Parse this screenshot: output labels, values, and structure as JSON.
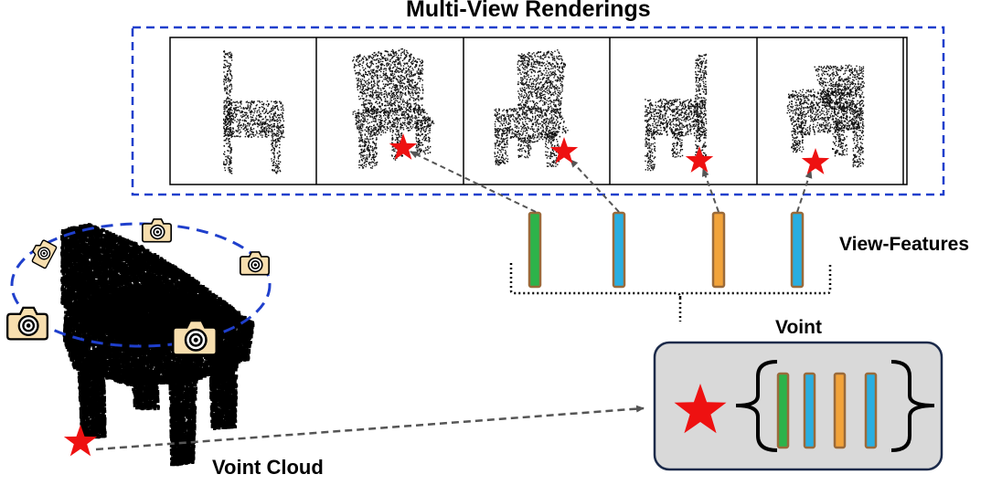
{
  "labels": {
    "title": "Multi-View Renderings",
    "view_features": "View-Features",
    "voint": "Voint",
    "voint_cloud": "Voint Cloud"
  },
  "renderings": [
    {
      "view": "side"
    },
    {
      "view": "front-three-quarter"
    },
    {
      "view": "front-three-quarter-2"
    },
    {
      "view": "side"
    },
    {
      "view": "top-three-quarter"
    }
  ],
  "view_features": [
    {
      "color": "#2db34a"
    },
    {
      "color": "#29aee0"
    },
    {
      "color": "#f2a33a"
    },
    {
      "color": "#29aee0"
    }
  ],
  "colors": {
    "dashed_blue": "#1f3fcc",
    "star_red": "#ee1111",
    "bar_border": "#9a6a3a",
    "voint_box_fill": "#d9d9d9",
    "voint_box_border": "#1b2a4a",
    "camera_fill": "#f7deae",
    "arrow_gray": "#555555"
  },
  "icons": [
    "camera-icon",
    "star-icon"
  ]
}
